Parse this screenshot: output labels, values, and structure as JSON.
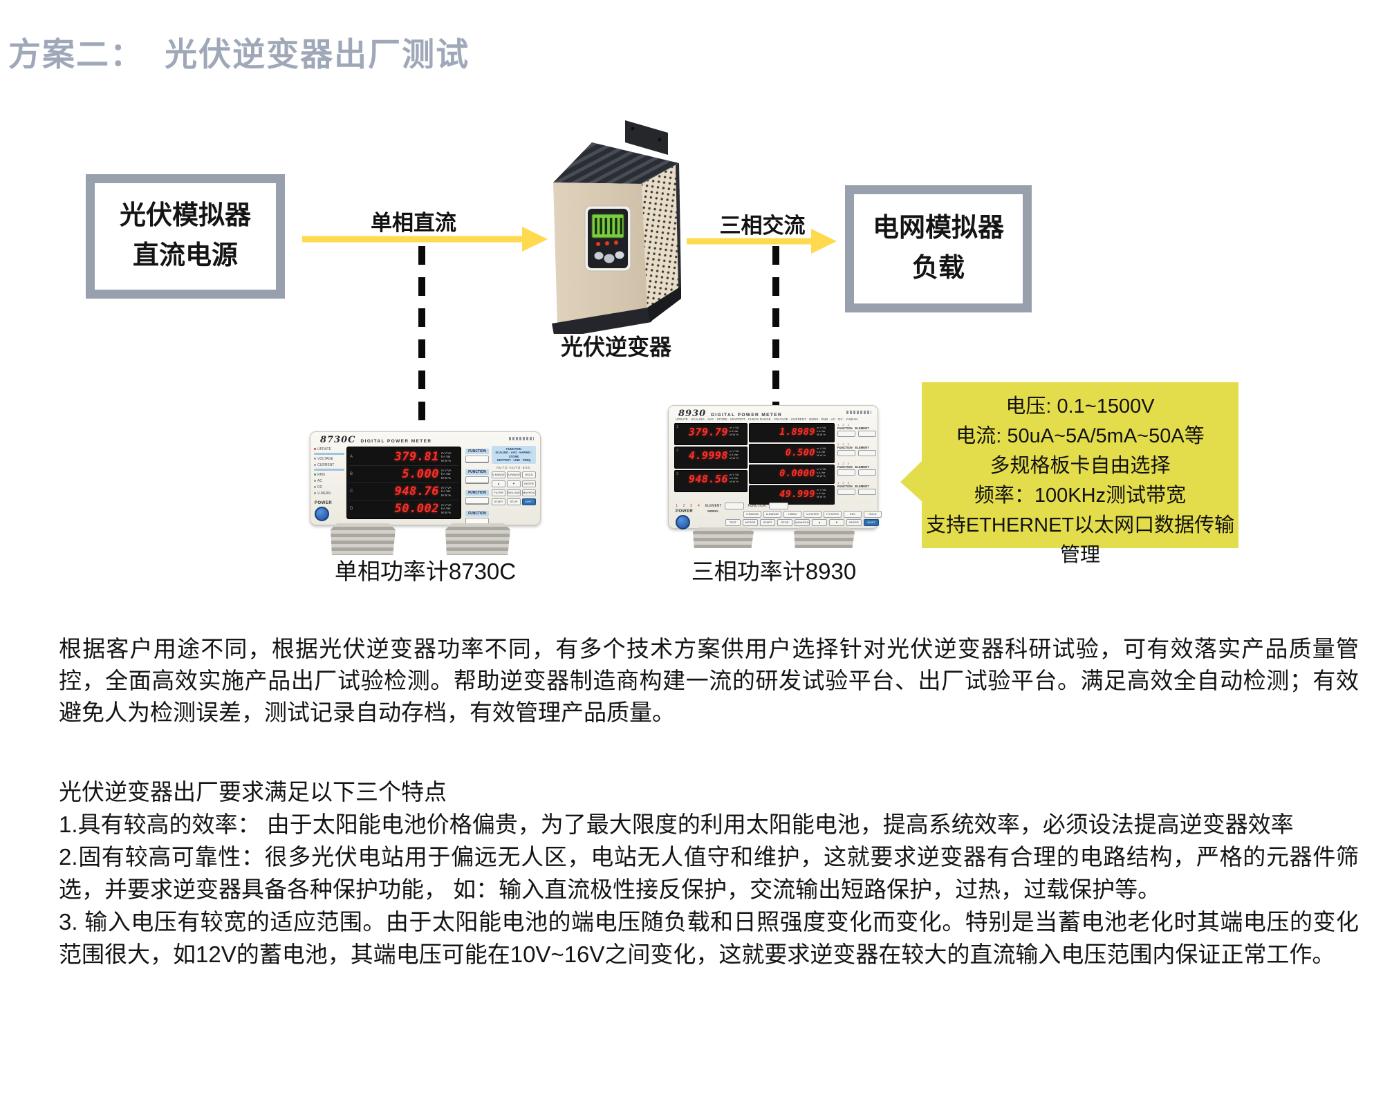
{
  "title": "方案二：  光伏逆变器出厂测试",
  "diagram": {
    "left_box": {
      "line1": "光伏模拟器",
      "line2": "直流电源"
    },
    "right_box": {
      "line1": "电网模拟器",
      "line2": "负载"
    },
    "arrow1_label": "单相直流",
    "arrow2_label": "三相交流",
    "inverter_label": "光伏逆变器",
    "meter1_caption": "单相功率计8730C",
    "meter2_caption": "三相功率计8930",
    "arrow_color": "#FFD94E",
    "box_border_color": "#97A0AC",
    "title_color": "#9FA8B8"
  },
  "callout": {
    "bg_color": "#E4DD4B",
    "lines": [
      "电压: 0.1~1500V",
      "电流: 50uA~5A/5mA~50A等",
      "多规格板卡自由选择",
      "频率：100KHz测试带宽",
      "支持ETHERNET以太网口数据传输管理"
    ]
  },
  "meter_8730c": {
    "model": "8730C",
    "name_plate": "DIGITAL POWER METER",
    "power_label": "POWER",
    "left_labels": [
      "UPDATE",
      "VOLTAGE",
      "CURRENT",
      "RMS",
      "AC",
      "DC",
      "V-MEAN"
    ],
    "channels": [
      {
        "ch": "A",
        "value": "379.81"
      },
      {
        "ch": "B",
        "value": "5.000"
      },
      {
        "ch": "C",
        "value": "948.76"
      },
      {
        "ch": "D",
        "value": "50.002"
      }
    ],
    "unit_block": "m V VA\nk A Var\nM W %",
    "function_label": "FUNCTION",
    "panel_header": "FUNCTION",
    "panel_rows": [
      "SCALING · AVG · HARMO · STORE",
      "KEYPROT · LINE · FREQ"
    ],
    "auto_row": "AUTO  AUTO  ESC",
    "buttons": [
      "V-RANGE",
      "A-RANGE",
      "HOLD",
      "▲",
      "▼",
      "ENTER",
      "FILTER",
      "BIGLOAD",
      "MAXHOLD",
      "START",
      "STOP",
      "SHIFT"
    ]
  },
  "meter_8930": {
    "model": "8930",
    "name_plate": "DIGITAL POWER METER",
    "menu_row": "UPDATE · SCALING · AVG · STORE · KEYPROT · CHECK RANGE · VOLTAGE · CURRENT · MODE · RMS · AC · DC · V-MEAN",
    "power_label": "POWER",
    "wiring_label": "WIRING",
    "group_digits": "1 2 3",
    "left_channels": [
      {
        "ch": "1",
        "value": "379.79"
      },
      {
        "ch": "2",
        "value": "4.9998"
      },
      {
        "ch": "3",
        "value": "948.56"
      }
    ],
    "right_channels": [
      {
        "value": "1.8989"
      },
      {
        "value": "0.500"
      },
      {
        "value": "0.0000"
      },
      {
        "value": "49.999"
      }
    ],
    "unit_block": "m V VA\nk A Var\nM W %",
    "function_label": "FUNCTION",
    "element_label": "ELEMENT",
    "element_digits": "1 2 3 4",
    "buttons_row1": [
      "V-RANGE",
      "A-RANGE",
      "HARM",
      "U-FILTER",
      "P-FILTER",
      "ESC",
      "HOLD"
    ],
    "buttons_row2": [
      "TEST",
      "MOTOR",
      "START",
      "STOP",
      "MAXHOLD",
      "▲",
      "▼",
      "ENTER",
      "SHIFT"
    ]
  },
  "body": {
    "paragraph1": "根据客户用途不同，根据光伏逆变器功率不同，有多个技术方案供用户选择针对光伏逆变器科研试验，可有效落实产品质量管控，全面高效实施产品出厂试验检测。帮助逆变器制造商构建一流的研发试验平台、出厂试验平台。满足高效全自动检测；有效避免人为检测误差，测试记录自动存档，有效管理产品质量。",
    "heading2": "光伏逆变器出厂要求满足以下三个特点",
    "item1": "1.具有较高的效率： 由于太阳能电池价格偏贵，为了最大限度的利用太阳能电池，提高系统效率，必须设法提高逆变器效率",
    "item2": "2.固有较高可靠性：很多光伏电站用于偏远无人区，电站无人值守和维护，这就要求逆变器有合理的电路结构，严格的元器件筛选，并要求逆变器具备各种保护功能， 如：输入直流极性接反保护，交流输出短路保护，过热，过载保护等。",
    "item3": "3. 输入电压有较宽的适应范围。由于太阳能电池的端电压随负载和日照强度变化而变化。特别是当蓄电池老化时其端电压的变化范围很大，如12V的蓄电池，其端电压可能在10V~16V之间变化，这就要求逆变器在较大的直流输入电压范围内保证正常工作。"
  }
}
